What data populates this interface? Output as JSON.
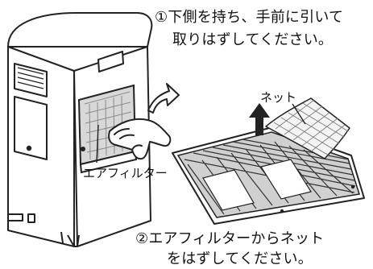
{
  "step1": {
    "line1": "①下側を持ち、手前に引いて",
    "line2": "取りはずしてください。"
  },
  "step2": {
    "line1": "②エアフィルターからネット",
    "line2": "をはずしてください。"
  },
  "labels": {
    "net": "ネット",
    "air_filter": "エアフィルター"
  },
  "colors": {
    "line": "#222222",
    "body": "#ffffff",
    "shade": "#cfcfcf",
    "dark": "#333333"
  },
  "icons": [
    "pull-arrow-icon",
    "lift-arrow-icon"
  ]
}
